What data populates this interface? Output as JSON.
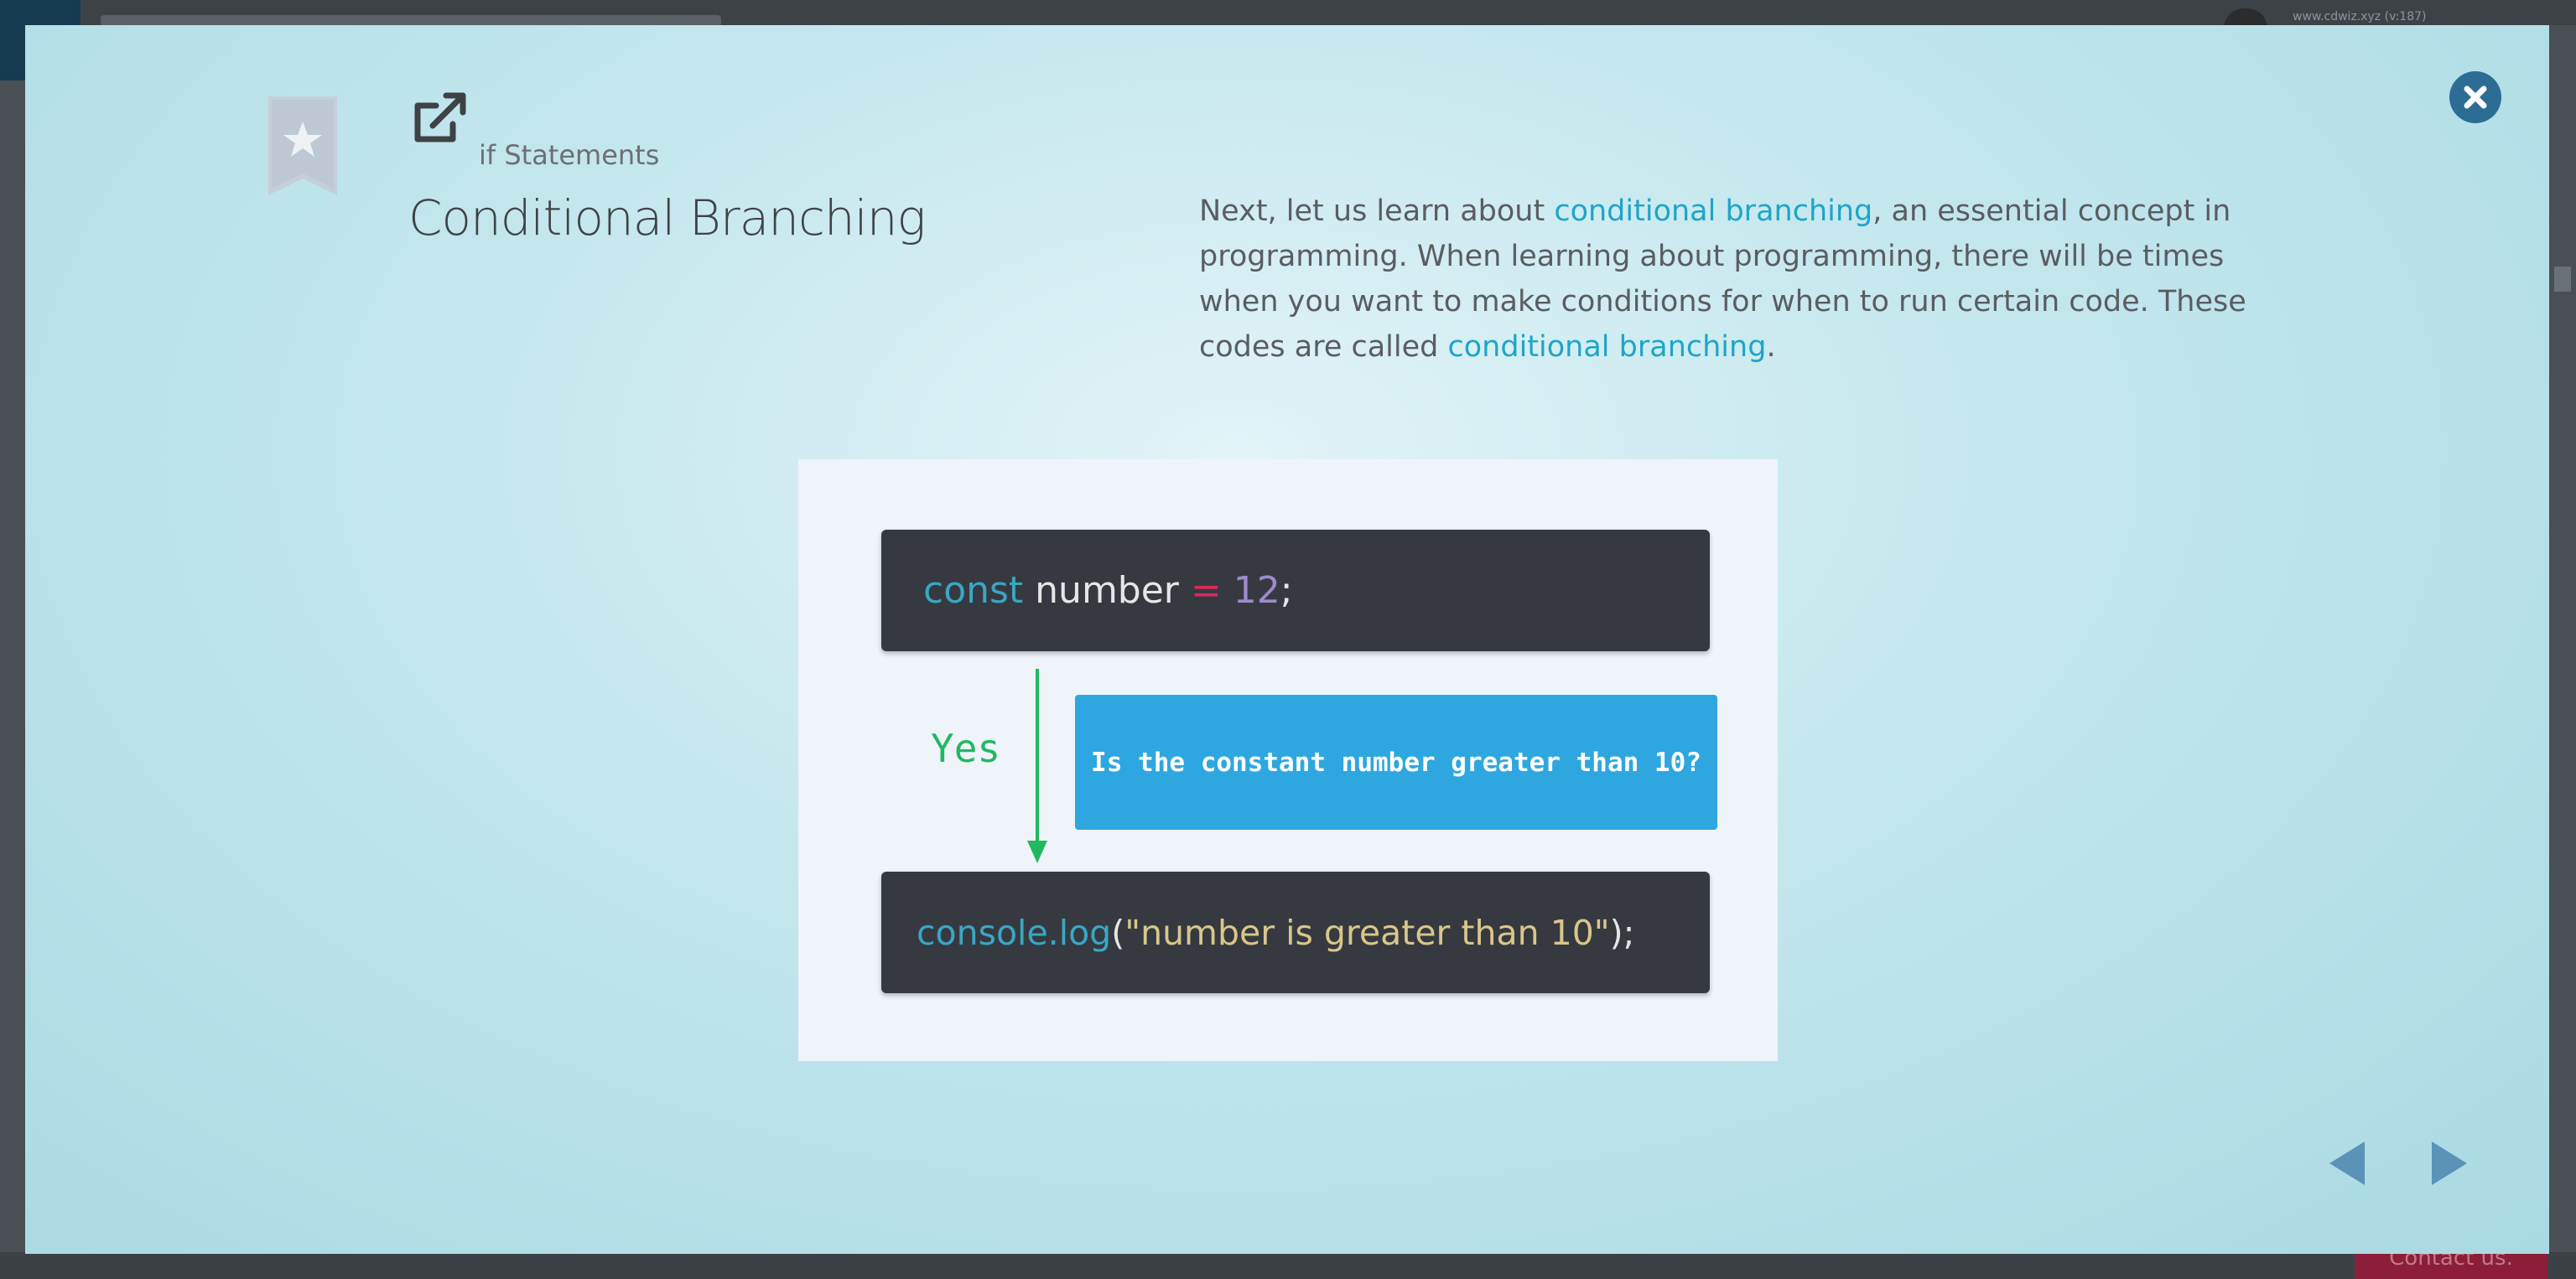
{
  "background": {
    "url_text": "www.cdwiz.xyz (v:187)",
    "contact_label": "Contact us."
  },
  "lesson": {
    "category": "if Statements",
    "title": "Conditional Branching",
    "description": {
      "part1": "Next, let us learn about ",
      "link1": "conditional branching",
      "part2": ", an essential concept in programming. When learning about programming, there will be times when you want to make conditions for when to run certain code. These codes are called ",
      "link2": "conditional branching",
      "part3": "."
    }
  },
  "figure": {
    "code1": {
      "keyword": "const",
      "identifier": " number ",
      "operator": "=",
      "number": " 12",
      "semicolon": ";"
    },
    "yes_label": "Yes",
    "question": "Is the constant number greater than 10?",
    "code2": {
      "object": "console.log",
      "open_paren": "(",
      "string": "\"number is greater than 10\"",
      "close": ");"
    }
  },
  "icons": {
    "bookmark": "star-bookmark-icon",
    "external": "external-link-icon",
    "close": "close-icon",
    "prev": "triangle-left-icon",
    "next": "triangle-right-icon"
  },
  "colors": {
    "accent_link": "#1ea5c8",
    "close_button": "#2b6d94",
    "question_box": "#2ea7e0",
    "yes_arrow": "#22b860",
    "code_bg": "#363a40"
  }
}
